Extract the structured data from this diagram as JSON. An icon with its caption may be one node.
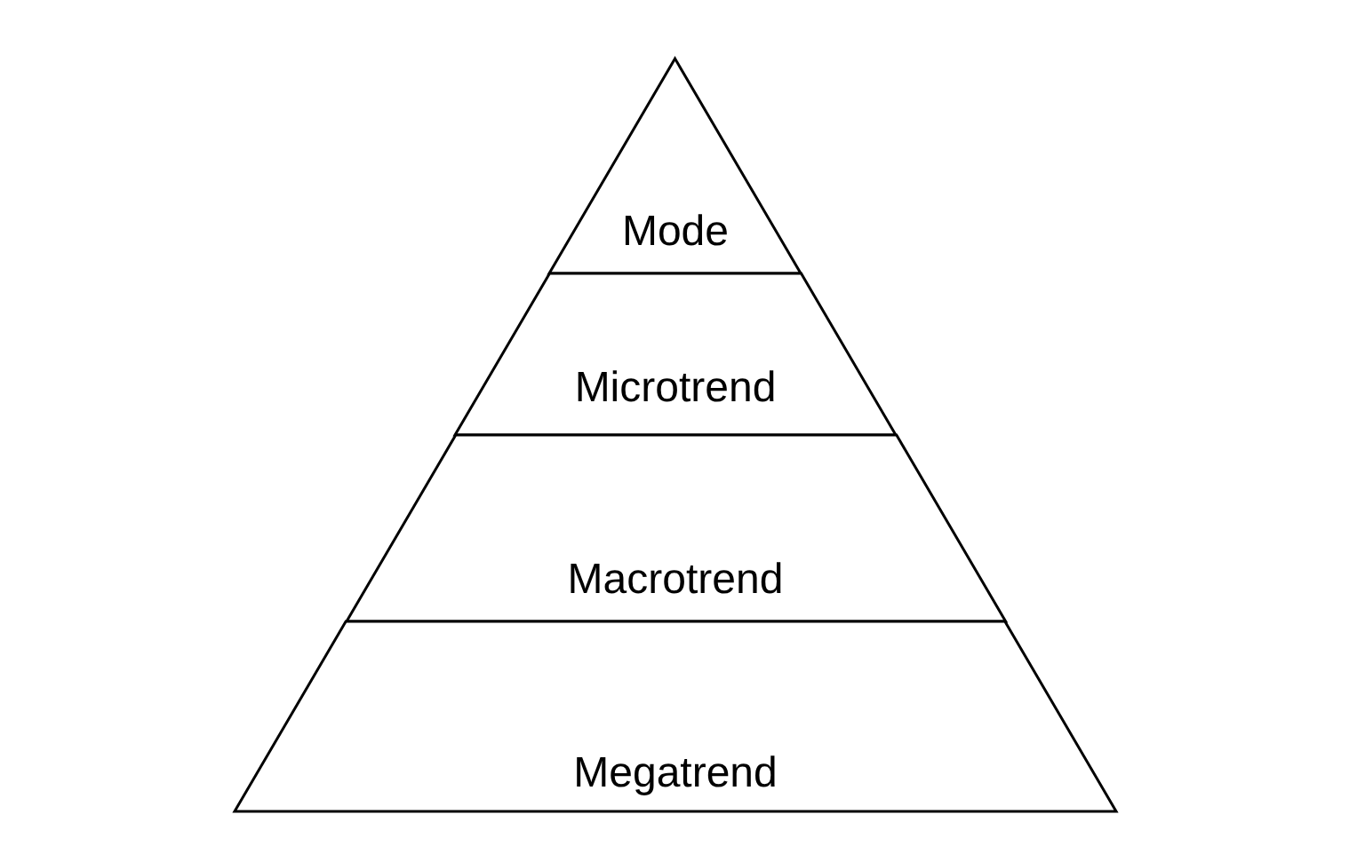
{
  "diagram": {
    "nodes": [
      {
        "text": [
          "Mode"
        ]
      },
      {
        "text": [
          "Microtrend"
        ]
      },
      {
        "text": [
          "Macrotrend"
        ]
      },
      {
        "text": [
          "Megatrend"
        ]
      }
    ]
  }
}
